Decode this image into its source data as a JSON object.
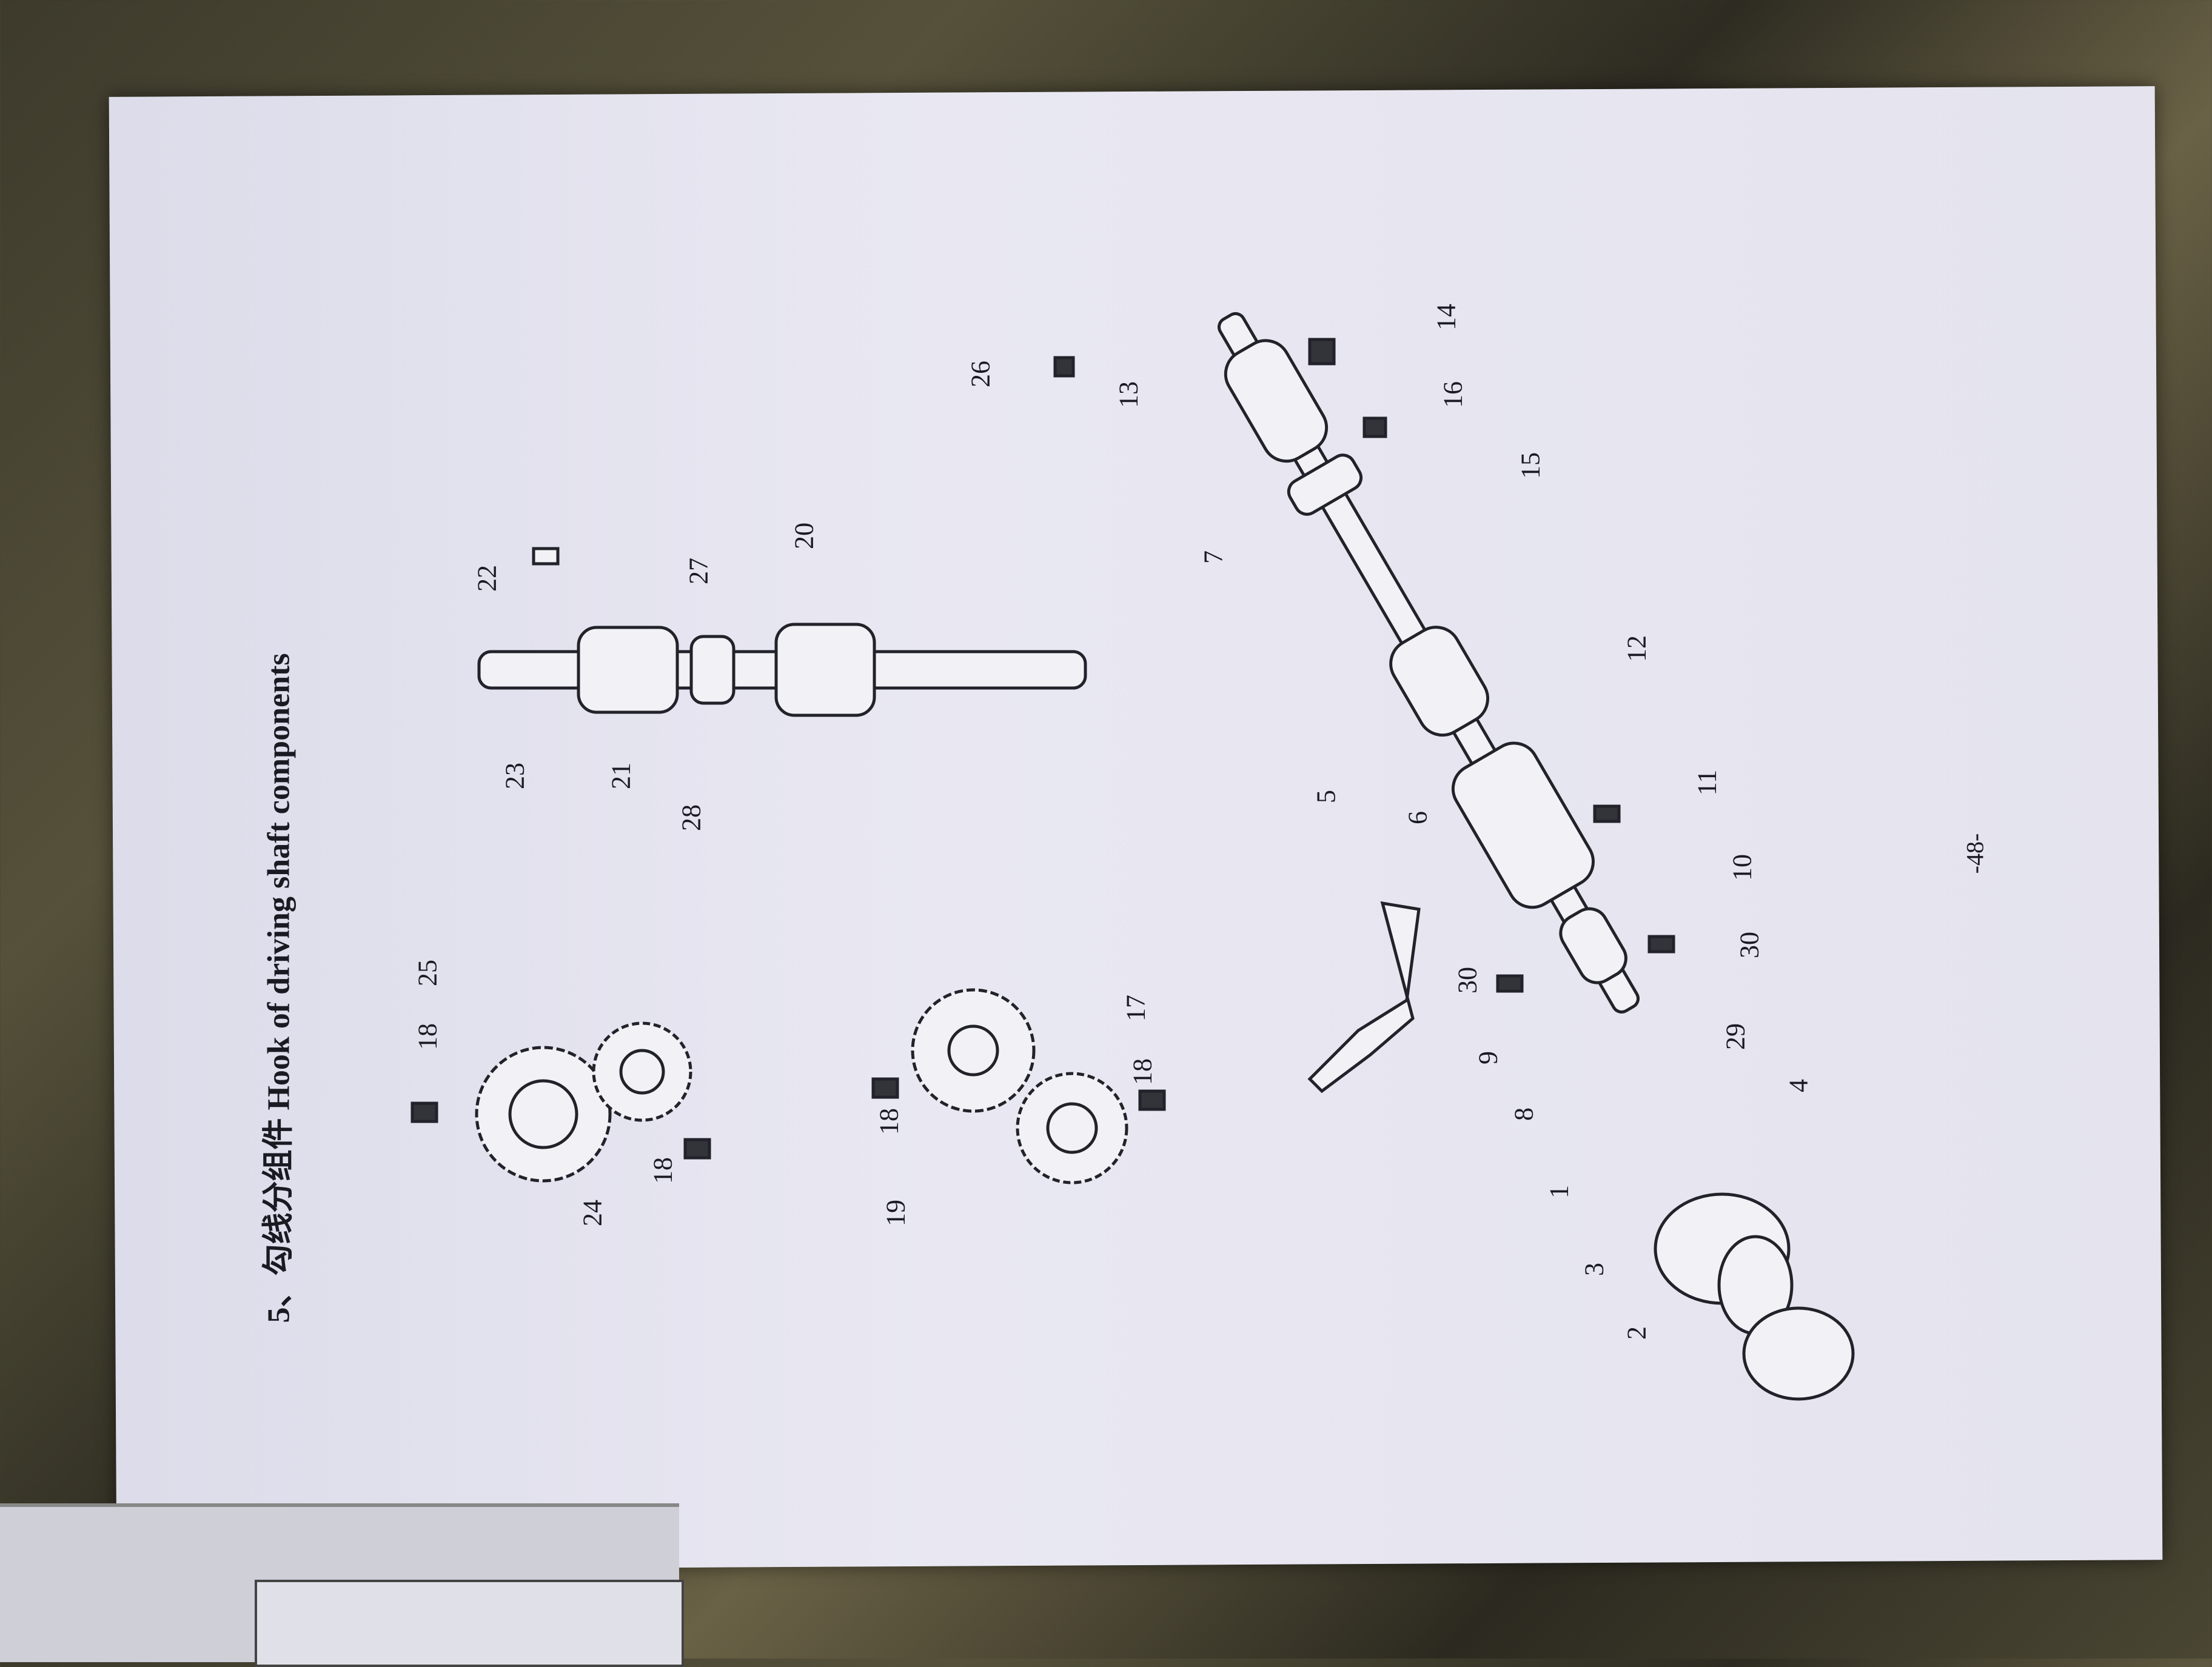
{
  "document": {
    "title": "5、勾线分组件  Hook of driving shaft components",
    "page_number": "-48-"
  },
  "part_labels": {
    "p1": "1",
    "p2": "2",
    "p3": "3",
    "p4": "4",
    "p5": "5",
    "p6": "6",
    "p7": "7",
    "p8": "8",
    "p9": "9",
    "p10": "10",
    "p11": "11",
    "p12": "12",
    "p13": "13",
    "p14": "14",
    "p15": "15",
    "p16": "16",
    "p17": "17",
    "p18": "18",
    "p19": "19",
    "p20": "20",
    "p21": "21",
    "p22": "22",
    "p23": "23",
    "p24": "24",
    "p25": "25",
    "p26": "26",
    "p27": "27",
    "p28": "28",
    "p29": "29",
    "p30": "30"
  }
}
